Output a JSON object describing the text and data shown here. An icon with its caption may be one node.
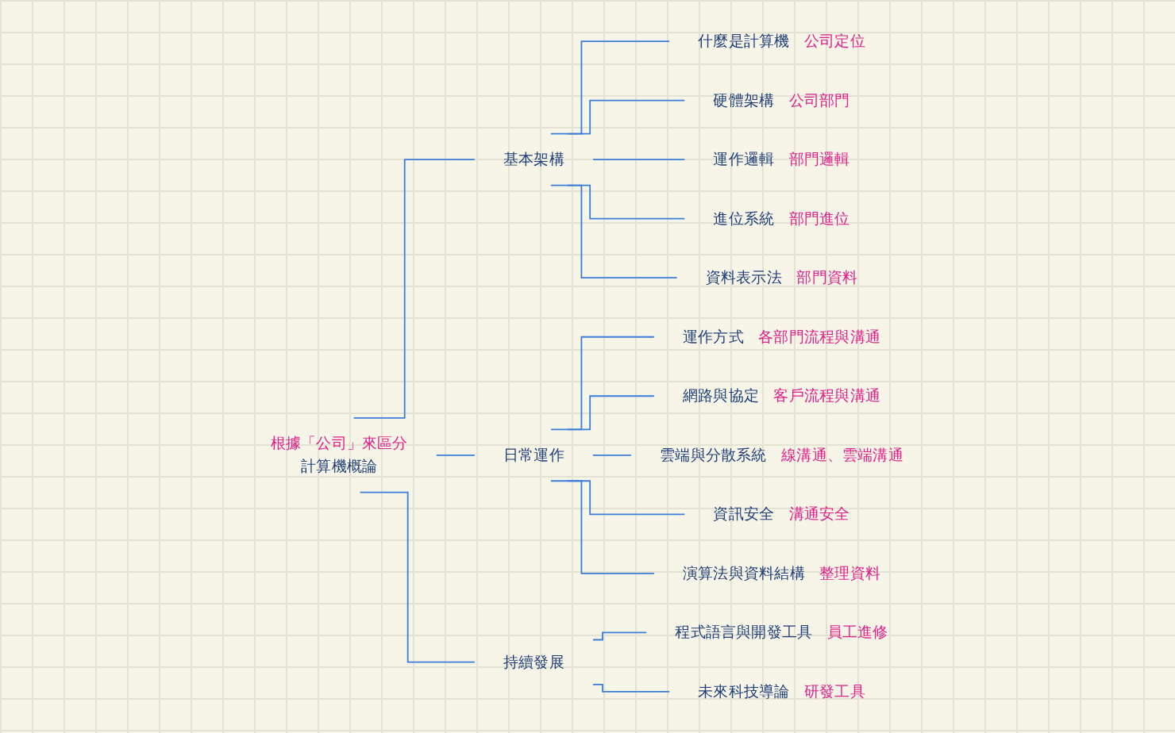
{
  "diagram": {
    "nodes": [
      {
        "text": [
          "計算機概論"
        ],
        "beside": [
          "根據「公司」來區分"
        ]
      },
      {
        "text": [
          "基本架構"
        ]
      },
      {
        "text": [
          "什麼是計算機"
        ],
        "beside": [
          "公司定位"
        ]
      },
      {
        "text": [
          "硬體架構"
        ],
        "beside": [
          "公司部門"
        ]
      },
      {
        "text": [
          "運作邏輯"
        ],
        "beside": [
          "部門邏輯"
        ]
      },
      {
        "text": [
          "進位系統"
        ],
        "beside": [
          "部門進位"
        ]
      },
      {
        "text": [
          "資料表示法"
        ],
        "beside": [
          "部門資料"
        ]
      },
      {
        "text": [
          "日常運作"
        ]
      },
      {
        "text": [
          "運作方式"
        ],
        "beside": [
          "各部門流程與溝通"
        ]
      },
      {
        "text": [
          "網路與協定"
        ],
        "beside": [
          "客戶流程與溝通"
        ]
      },
      {
        "text": [
          "雲端與分散系統"
        ],
        "beside": [
          "線溝通、雲端溝通"
        ]
      },
      {
        "text": [
          "資訊安全"
        ],
        "beside": [
          "溝通安全"
        ]
      },
      {
        "text": [
          "演算法與資料結構"
        ],
        "beside": [
          "整理資料"
        ]
      },
      {
        "text": [
          "持續發展"
        ]
      },
      {
        "text": [
          "程式語言與開發工具"
        ],
        "beside": [
          "員工進修"
        ]
      },
      {
        "text": [
          "未來科技導論"
        ],
        "beside": [
          "研發工具"
        ]
      }
    ],
    "edges": [
      {
        "from": 0,
        "to": 1,
        "arrow": "none"
      },
      {
        "from": 1,
        "to": 2,
        "arrow": "none"
      },
      {
        "from": 1,
        "to": 3,
        "arrow": "none"
      },
      {
        "from": 1,
        "to": 4,
        "arrow": "none"
      },
      {
        "from": 1,
        "to": 5,
        "arrow": "none"
      },
      {
        "from": 1,
        "to": 6,
        "arrow": "none"
      },
      {
        "from": 0,
        "to": 7,
        "arrow": "none"
      },
      {
        "from": 7,
        "to": 8,
        "arrow": "none"
      },
      {
        "from": 7,
        "to": 9,
        "arrow": "none"
      },
      {
        "from": 7,
        "to": 10,
        "arrow": "none"
      },
      {
        "from": 7,
        "to": 11,
        "arrow": "none"
      },
      {
        "from": 7,
        "to": 12,
        "arrow": "none"
      },
      {
        "from": 0,
        "to": 13,
        "arrow": "none"
      },
      {
        "from": 13,
        "to": 14,
        "arrow": "none"
      },
      {
        "from": 13,
        "to": 15,
        "arrow": "none"
      }
    ]
  }
}
